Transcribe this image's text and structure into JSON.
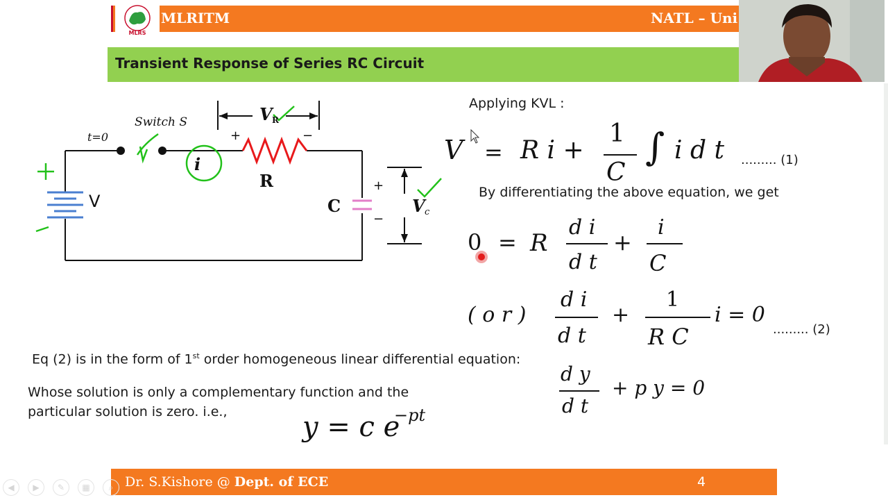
{
  "header": {
    "brand": "MLRITM",
    "logo_text": "MLRS",
    "course": "NATL – Uni"
  },
  "slide": {
    "title": "Transient Response of Series RC Circuit",
    "kvl_label": "Applying KVL :",
    "eq1": {
      "lhs": "V",
      "rhs": "R i +",
      "frac_num": "1",
      "frac_den": "C",
      "integral": "∫",
      "tail": "i d t",
      "tag": "......... (1)"
    },
    "diff_text": "By differentiating the above equation, we get",
    "eq_diff": {
      "zero": "0",
      "eq": "=",
      "R": "R",
      "dnum": "d i",
      "dden": "d t",
      "plus": "+",
      "inum": "i",
      "iden": "C"
    },
    "eq2": {
      "or": "( o r )",
      "dnum": "d i",
      "dden": "d t",
      "plus": "+",
      "one": "1",
      "rc": "R C",
      "tail": "i = 0",
      "tag": "......... (2)"
    },
    "eq_general": {
      "dnum": "d y",
      "dden": "d t",
      "tail": "+ p y = 0"
    },
    "eq_form_pre": "Eq (2) is in the form of 1",
    "eq_form_sup": "st",
    "eq_form_post": " order homogeneous linear differential equation:",
    "solution_line1": "Whose solution is only a complementary function and the",
    "solution_line2": "particular solution is zero. i.e.,",
    "solution": {
      "base": "y = c e",
      "exp": "−pt"
    }
  },
  "circuit": {
    "t0": "t=0",
    "switch": "Switch S",
    "vr": "V",
    "vr_sub": "R",
    "current": "i",
    "resistor": "R",
    "source": "V",
    "capacitor": "C",
    "vc": "V",
    "vc_sub": "c",
    "plus": "+",
    "minus": "−",
    "ann_plus": "+",
    "ann_minus": "-"
  },
  "footer": {
    "author": "Dr. S.Kishore @ ",
    "dept": "Dept. of ECE",
    "page": "4"
  },
  "colors": {
    "header_orange": "#f47920",
    "title_green": "#92d050",
    "annotation_green": "#22c11a",
    "resistor_red": "#e8191b",
    "battery_blue": "#4a7fd0",
    "capacitor_pink": "#e37ec8"
  }
}
